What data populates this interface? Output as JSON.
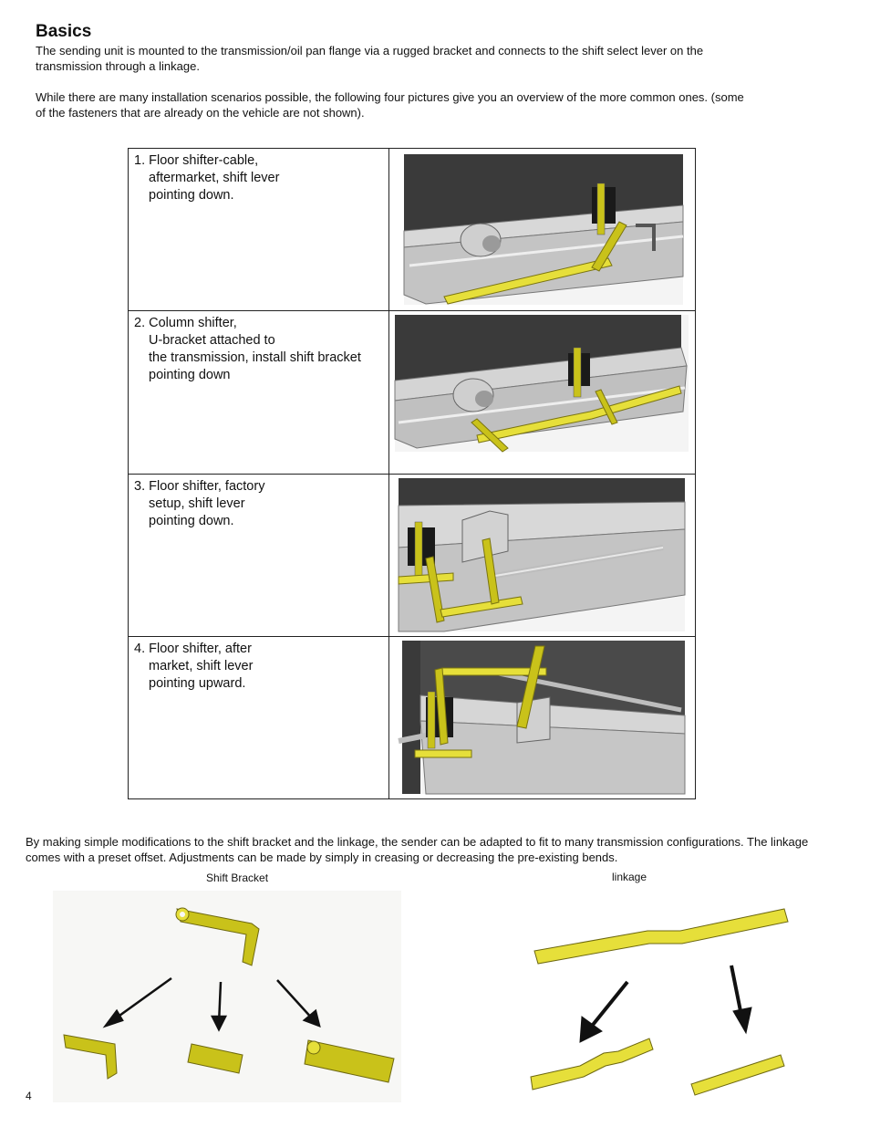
{
  "heading": "Basics",
  "intro": [
    "The sending unit is mounted to the transmission/oil pan flange via a rugged bracket and connects to the shift select lever on the transmission through a linkage.",
    "While there are many installation scenarios possible, the following four pictures give you an overview of the more common ones. (some of the fasteners that are already on the vehicle are not shown)."
  ],
  "cases": [
    {
      "lines": [
        "1.  Floor shifter-cable,",
        "aftermarket, shift lever",
        "pointing down."
      ]
    },
    {
      "lines": [
        "2. Column shifter,",
        "U-bracket attached to",
        "the transmission, install shift bracket",
        "pointing down"
      ]
    },
    {
      "lines": [
        "3. Floor shifter, factory",
        "setup, shift lever",
        "pointing down."
      ]
    },
    {
      "lines": [
        "4. Floor shifter, after",
        "market, shift lever",
        "pointing upward."
      ]
    }
  ],
  "adaptation_text": "By making simple modifications to the shift bracket and the linkage, the sender can be adapted to fit to many transmission configurations. The linkage comes with a preset offset. Adjustments can be made by simply in creasing or decreasing the pre-existing bends.",
  "captions": {
    "shift_bracket": "Shift Bracket",
    "linkage": "linkage"
  },
  "page_number": "4",
  "colors": {
    "bracket_yellow": "#c9c21a",
    "bracket_yellow_light": "#e6df3a",
    "pan_gray": "#b9b9b9",
    "border": "#222222"
  }
}
